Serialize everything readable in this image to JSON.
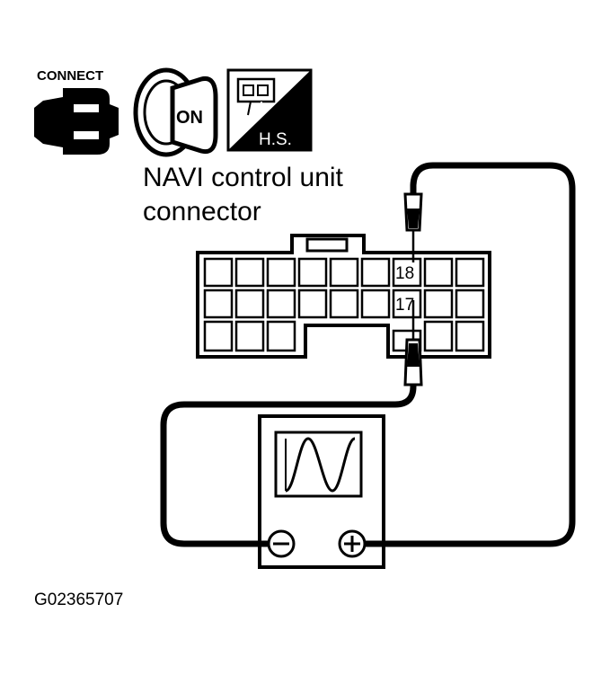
{
  "icons": {
    "connect_label": "CONNECT",
    "ignition_label": "ON",
    "harness_label": "H.S."
  },
  "title": {
    "line1": "NAVI control unit",
    "line2": "connector"
  },
  "pins": {
    "upper": "18",
    "lower": "17"
  },
  "figure_id": "G02365707",
  "colors": {
    "ink": "#000000",
    "paper": "#ffffff"
  }
}
